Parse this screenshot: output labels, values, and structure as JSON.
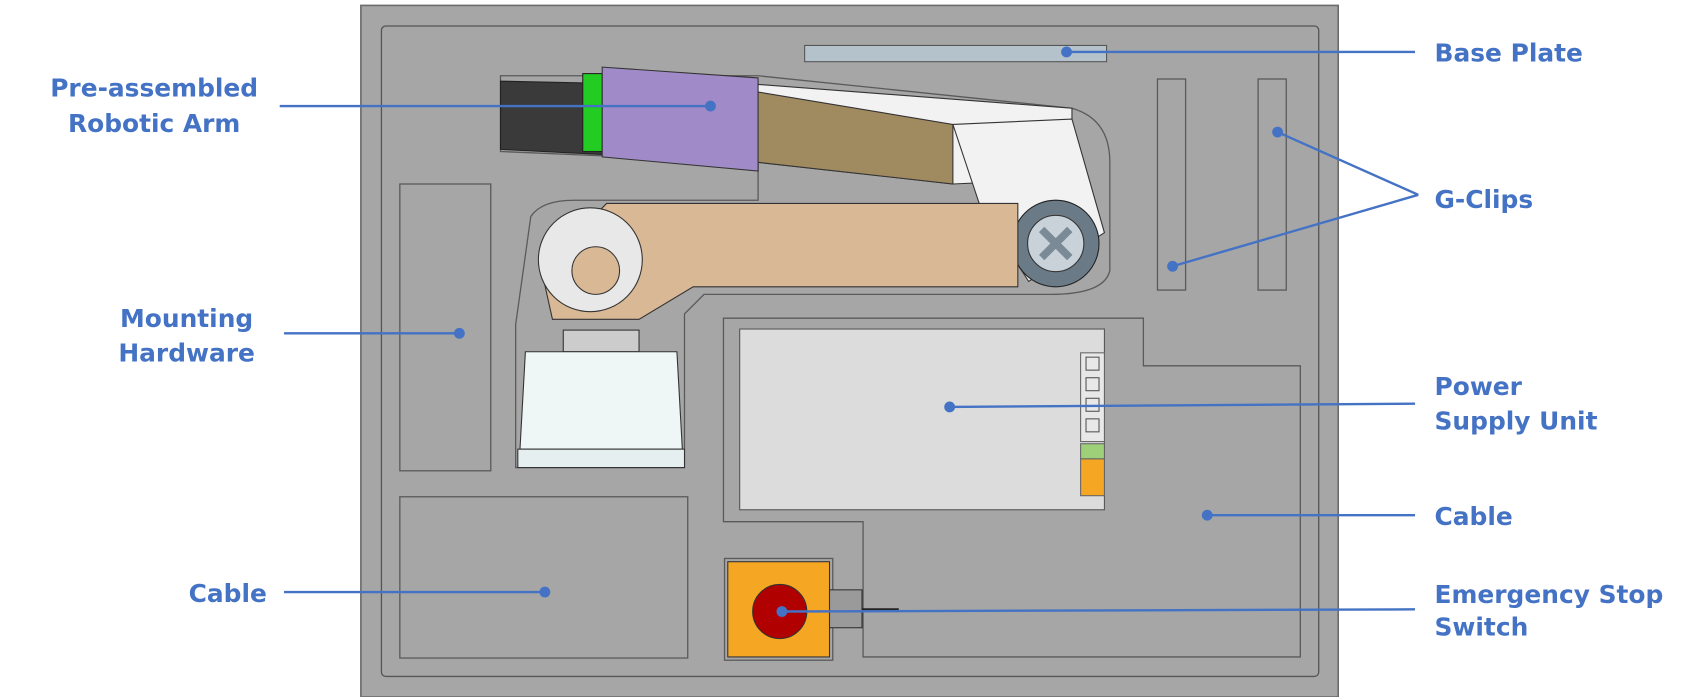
{
  "labels": {
    "robotic_arm": [
      "Pre-assembled",
      "Robotic Arm"
    ],
    "mounting_hardware": [
      "Mounting",
      "Hardware"
    ],
    "cable_left": "Cable",
    "base_plate": "Base Plate",
    "g_clips": "G-Clips",
    "power_supply": [
      "Power",
      "Supply Unit"
    ],
    "cable_right": "Cable",
    "emergency_stop": [
      "Emergency Stop",
      "Switch"
    ]
  },
  "colors": {
    "label": "#4472c4",
    "case": "#a6a6a6",
    "estop_body": "#f5a623",
    "estop_button": "#b00000"
  }
}
